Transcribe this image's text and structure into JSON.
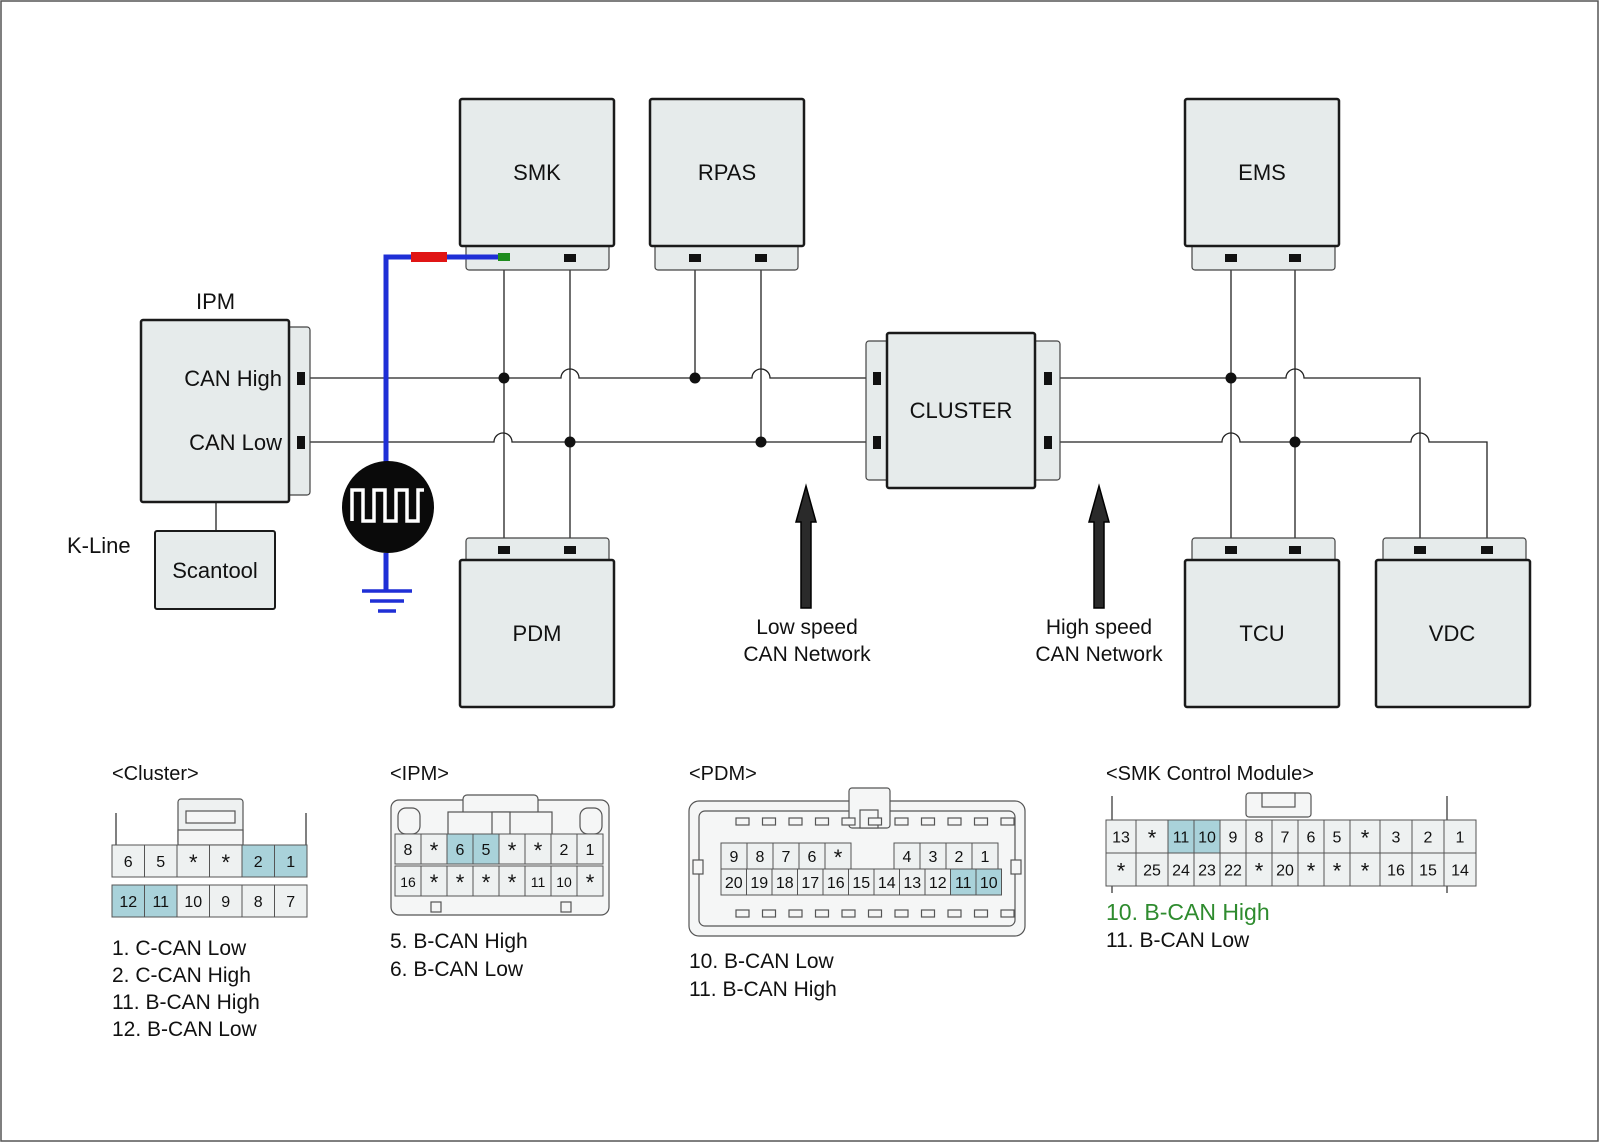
{
  "modules": {
    "smk": "SMK",
    "rpas": "RPAS",
    "ems": "EMS",
    "ipm": "IPM",
    "cluster": "CLUSTER",
    "pdm": "PDM",
    "tcu": "TCU",
    "vdc": "VDC",
    "scantool": "Scantool"
  },
  "labels": {
    "can_high": "CAN High",
    "can_low": "CAN Low",
    "k_line": "K-Line",
    "low_speed_1": "Low speed",
    "low_speed_2": "CAN Network",
    "high_speed_1": "High speed",
    "high_speed_2": "CAN Network"
  },
  "colors": {
    "probe_blue": "#1f2fd6",
    "probe_red": "#e01515",
    "probe_green": "#1e8c1e",
    "highlight_pin": "#a9d2da",
    "legend_green": "#2e8b2e"
  },
  "connectors": {
    "cluster": {
      "title": "<Cluster>",
      "top_row": [
        "6",
        "5",
        "*",
        "*",
        "2",
        "1"
      ],
      "bottom_row": [
        "12",
        "11",
        "10",
        "9",
        "8",
        "7"
      ],
      "legend": [
        "1. C-CAN Low",
        "2. C-CAN High",
        "11. B-CAN High",
        "12. B-CAN Low"
      ]
    },
    "ipm": {
      "title": "<IPM>",
      "top_row": [
        "8",
        "*",
        "6",
        "5",
        "*",
        "*",
        "2",
        "1"
      ],
      "bottom_row": [
        "16",
        "*",
        "*",
        "*",
        "*",
        "11",
        "10",
        "*"
      ],
      "legend": [
        "5. B-CAN High",
        "6. B-CAN Low"
      ]
    },
    "pdm": {
      "title": "<PDM>",
      "top_row": [
        "9",
        "8",
        "7",
        "6",
        "*",
        "4",
        "3",
        "2",
        "1"
      ],
      "bottom_row": [
        "20",
        "19",
        "18",
        "17",
        "16",
        "15",
        "14",
        "13",
        "12",
        "11",
        "10"
      ],
      "legend": [
        "10. B-CAN Low",
        "11. B-CAN High"
      ]
    },
    "smk": {
      "title": "<SMK Control Module>",
      "top_row": [
        "13",
        "*",
        "11",
        "10",
        "9",
        "8",
        "7",
        "6",
        "5",
        "*",
        "3",
        "2",
        "1"
      ],
      "bottom_row": [
        "*",
        "25",
        "24",
        "23",
        "22",
        "*",
        "20",
        "*",
        "*",
        "*",
        "16",
        "15",
        "14"
      ],
      "legend_highlight": "10. B-CAN High",
      "legend": [
        "11. B-CAN Low"
      ]
    }
  }
}
